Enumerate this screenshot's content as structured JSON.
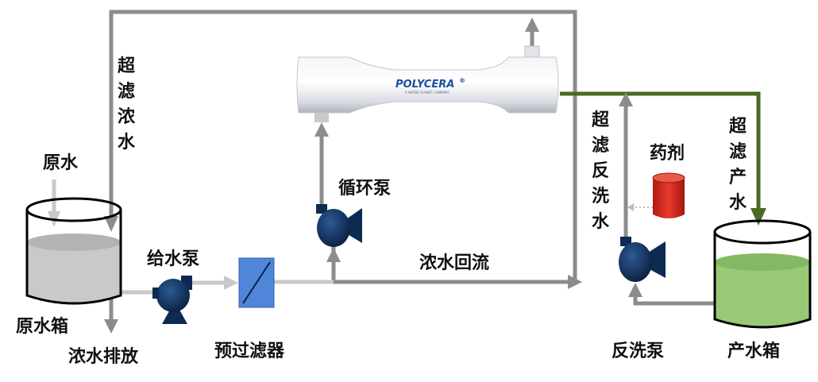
{
  "labels": {
    "raw_water": "原水",
    "raw_tank": "原水箱",
    "feed_pump": "给水泵",
    "prefilter": "预过滤器",
    "concentrate_discharge": "浓水排放",
    "circulation_pump": "循环泵",
    "concentrate_reflux": "浓水回流",
    "uf_concentrate": [
      "超",
      "滤",
      "浓",
      "水"
    ],
    "uf_backwash_water": [
      "超",
      "滤",
      "反",
      "洗",
      "水"
    ],
    "chemical": "药剂",
    "uf_product": [
      "超",
      "滤",
      "产",
      "水"
    ],
    "backwash_pump": "反洗泵",
    "product_tank": "产水箱"
  },
  "membrane": {
    "brand": "POLYCERA",
    "registered": "®",
    "tagline": "A WATER PLANET COMPANY"
  },
  "colors": {
    "pipe_gray": "#8c8c8c",
    "arrow_light": "#c8c8c8",
    "product_pipe": "#4a6b22",
    "pump": "#0d2a52",
    "prefilter": "#4f86d9",
    "raw_water": "#c9c9c9",
    "product_water": "#99c877",
    "chemical": "#d92b1f"
  },
  "icons": [
    "tank-icon",
    "pump-icon",
    "filter-icon",
    "membrane-icon",
    "chemical-drum-icon"
  ]
}
